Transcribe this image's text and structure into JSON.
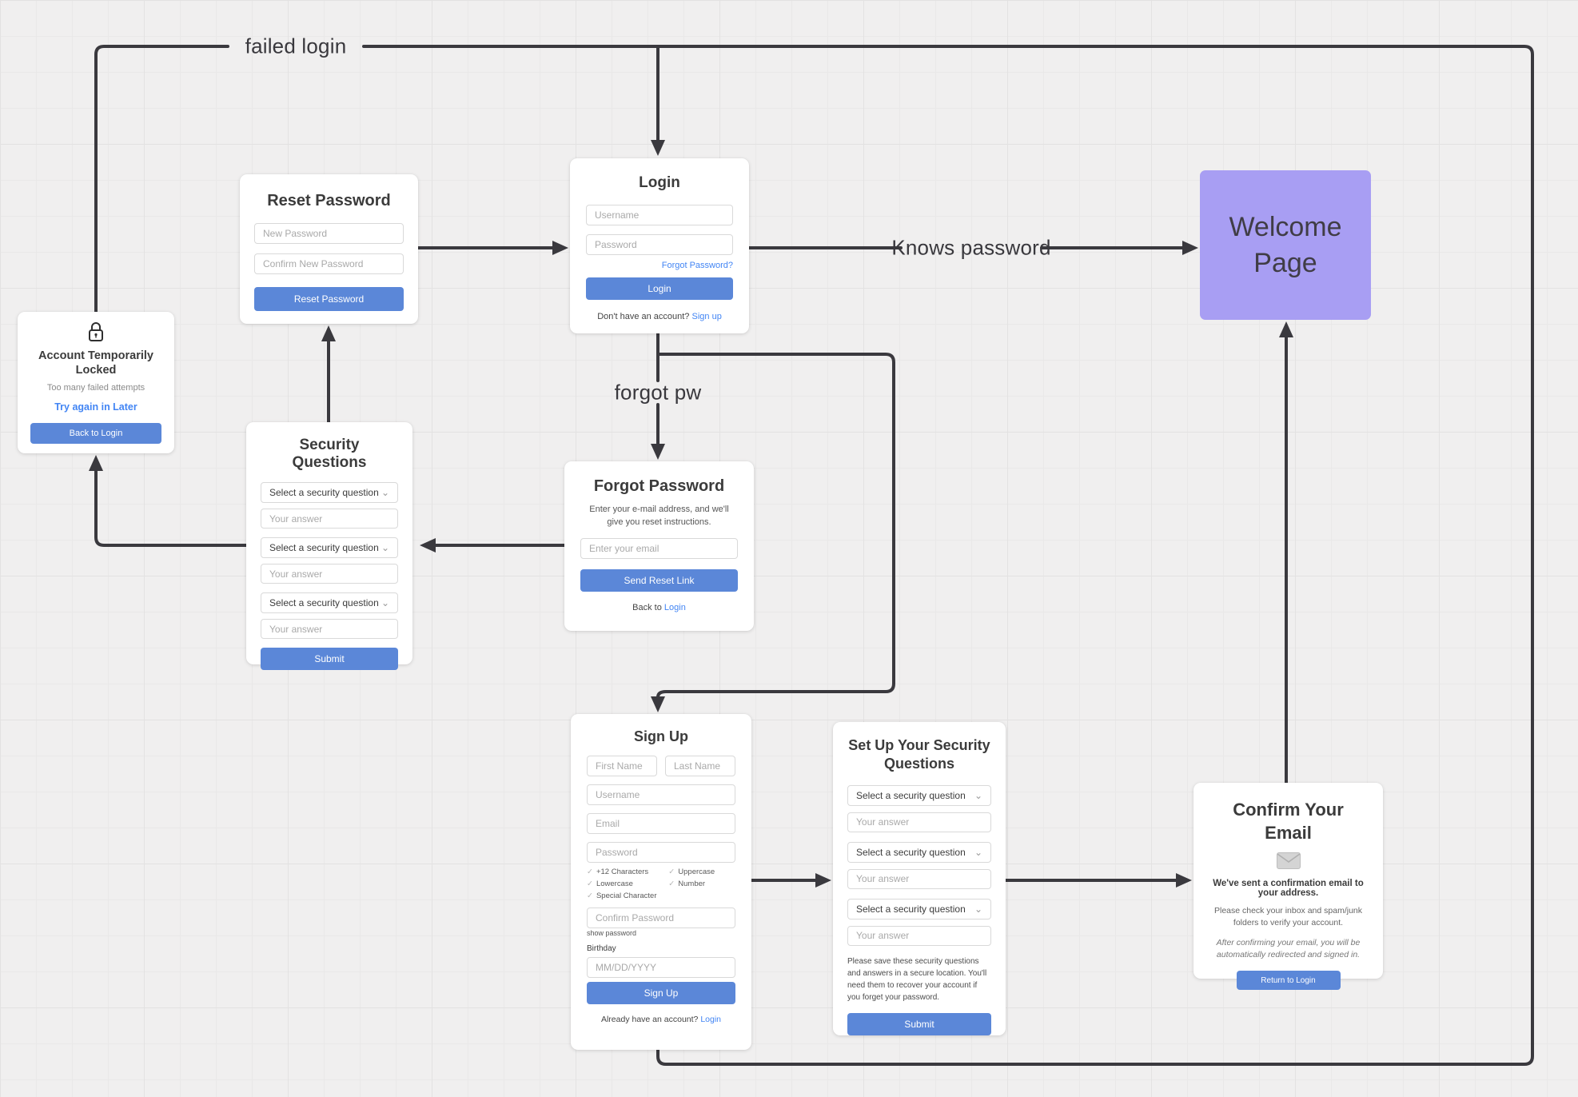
{
  "colors": {
    "accent_blue": "#5b87d8",
    "link_blue": "#4285f4",
    "welcome_purple": "#a89ef3",
    "connector": "#3a393e"
  },
  "edge_labels": {
    "failed_login": "failed login",
    "knows_password": "Knows password",
    "forgot_pw": "forgot pw"
  },
  "cards": {
    "login": {
      "title": "Login",
      "username_ph": "Username",
      "password_ph": "Password",
      "forgot_link": "Forgot Password?",
      "button": "Login",
      "signup_prompt": "Don't have an account?",
      "signup_link": "Sign up"
    },
    "reset": {
      "title": "Reset Password",
      "new_ph": "New Password",
      "confirm_ph": "Confirm New Password",
      "button": "Reset Password"
    },
    "welcome": {
      "title": "Welcome Page"
    },
    "locked": {
      "title": "Account Temporarily Locked",
      "subtitle": "Too many failed attempts",
      "retry": "Try again in Later",
      "button": "Back to Login"
    },
    "security": {
      "title": "Security Questions",
      "select_ph": "Select a security question",
      "answer_ph": "Your answer",
      "button": "Submit"
    },
    "forgot": {
      "title": "Forgot Password",
      "instructions": "Enter your e-mail address, and we'll give you reset instructions.",
      "email_ph": "Enter your email",
      "button": "Send Reset Link",
      "back_prompt": "Back to",
      "back_link": "Login"
    },
    "signup": {
      "title": "Sign Up",
      "first_ph": "First Name",
      "last_ph": "Last Name",
      "username_ph": "Username",
      "email_ph": "Email",
      "password_ph": "Password",
      "confirm_ph": "Confirm Password",
      "rules": [
        "+12 Characters",
        "Lowercase",
        "Special Character",
        "Uppercase",
        "Number"
      ],
      "show_password": "show password",
      "birthday_label": "Birthday",
      "birthday_ph": "MM/DD/YYYY",
      "button": "Sign Up",
      "login_prompt": "Already have an account?",
      "login_link": "Login"
    },
    "setup": {
      "title": "Set Up Your Security Questions",
      "select_ph": "Select a security question",
      "answer_ph": "Your answer",
      "note": "Please save these security questions and answers in a secure location. You'll need them to recover your account if you forget your password.",
      "button": "Submit"
    },
    "confirm": {
      "title": "Confirm Your Email",
      "sent": "We've sent a confirmation email to your address.",
      "check": "Please check your inbox and spam/junk folders to verify your account.",
      "redirect": "After confirming your email, you will be automatically redirected and signed in.",
      "button": "Return to Login"
    }
  }
}
